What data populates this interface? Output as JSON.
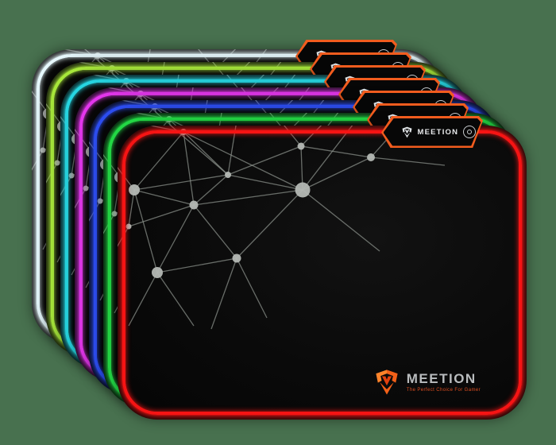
{
  "colors": {
    "bg": "#48714f",
    "padBlack": "#0a0a0a",
    "tabBorder": "#f25c1e",
    "tabText": "#e8eaec",
    "buttonRing": "#c7cbce",
    "brandText": "#b9bcbe",
    "tagline": "#dd4e21",
    "brandIconOrange": "#f26018",
    "patternLine": "#8d938d",
    "patternDot": "#b4b8b4"
  },
  "branding": {
    "tab_logo_text": "MEETION",
    "logo_text": "MEETION",
    "tagline": "The Perfect Choice For Gamer"
  },
  "pads": [
    {
      "name": "ice-white",
      "glow_color": "#e9fbff"
    },
    {
      "name": "yellow-green",
      "glow_color": "#a9e93b"
    },
    {
      "name": "cyan",
      "glow_color": "#27d8e4"
    },
    {
      "name": "magenta",
      "glow_color": "#e637ef"
    },
    {
      "name": "blue",
      "glow_color": "#2d4ef2"
    },
    {
      "name": "green",
      "glow_color": "#23da45"
    },
    {
      "name": "red",
      "glow_color": "#f61414"
    }
  ],
  "pattern": {
    "points": [
      [
        83,
        8,
        4
      ],
      [
        231,
        26,
        4.5
      ],
      [
        319,
        40,
        5
      ],
      [
        139,
        62,
        4
      ],
      [
        21,
        81,
        7
      ],
      [
        233,
        81,
        9.5
      ],
      [
        96,
        100,
        5.5
      ],
      [
        14,
        127,
        3.5
      ],
      [
        150,
        167,
        5.5
      ],
      [
        50,
        185,
        7
      ],
      [
        10,
        -6,
        0
      ],
      [
        150,
        -6,
        0
      ],
      [
        205,
        -6,
        0
      ],
      [
        300,
        -6,
        0
      ],
      [
        360,
        -6,
        0
      ],
      [
        412,
        50,
        0
      ],
      [
        330,
        158,
        0
      ],
      [
        188,
        242,
        0
      ],
      [
        118,
        256,
        0
      ],
      [
        14,
        252,
        0
      ],
      [
        -6,
        45,
        0
      ],
      [
        -6,
        162,
        0
      ],
      [
        60,
        -6,
        0
      ],
      [
        262,
        -6,
        0
      ],
      [
        96,
        252,
        0
      ]
    ],
    "edges": [
      [
        4,
        0
      ],
      [
        4,
        3
      ],
      [
        4,
        6
      ],
      [
        4,
        7
      ],
      [
        4,
        9
      ],
      [
        4,
        20
      ],
      [
        3,
        0
      ],
      [
        3,
        6
      ],
      [
        3,
        5
      ],
      [
        3,
        1
      ],
      [
        3,
        22
      ],
      [
        3,
        11
      ],
      [
        1,
        5
      ],
      [
        1,
        2
      ],
      [
        1,
        12
      ],
      [
        1,
        23
      ],
      [
        2,
        5
      ],
      [
        2,
        14
      ],
      [
        2,
        15
      ],
      [
        5,
        6
      ],
      [
        5,
        8
      ],
      [
        5,
        13
      ],
      [
        5,
        16
      ],
      [
        5,
        0
      ],
      [
        6,
        8
      ],
      [
        6,
        9
      ],
      [
        6,
        7
      ],
      [
        6,
        0
      ],
      [
        8,
        9
      ],
      [
        8,
        17
      ],
      [
        8,
        18
      ],
      [
        9,
        19
      ],
      [
        9,
        24
      ],
      [
        7,
        21
      ],
      [
        0,
        10
      ]
    ]
  }
}
